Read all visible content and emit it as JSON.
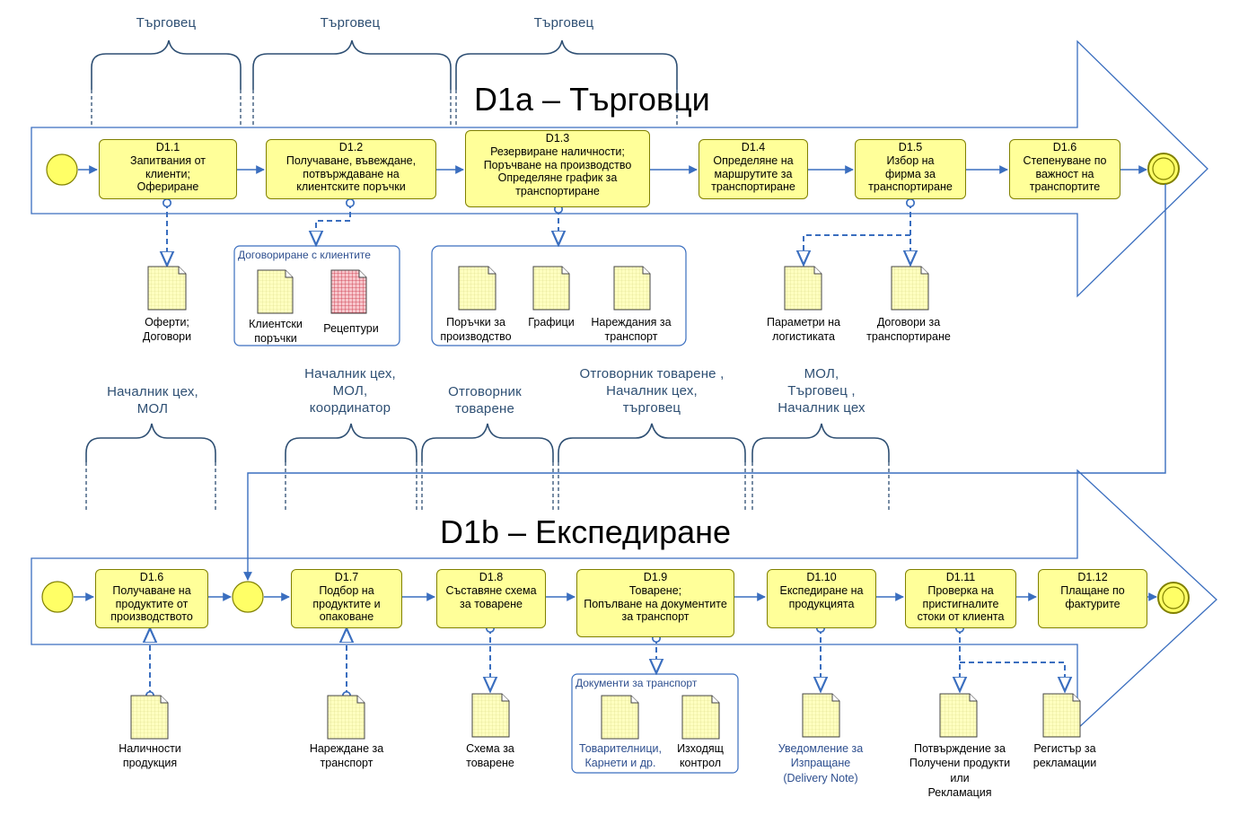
{
  "lanes": [
    {
      "title": "D1a – Търговци",
      "roles": [
        "Търговец",
        "Търговец",
        "Търговец"
      ],
      "tasks": [
        {
          "id": "D1.1",
          "label": "Запитвания от\nклиенти;\nОфериране"
        },
        {
          "id": "D1.2",
          "label": "Получаване, въвеждане,\nпотвърждаване на\nклиентските поръчки"
        },
        {
          "id": "D1.3",
          "label": "Резервиране наличности;\nПоръчване на производство\nОпределяне график за\nтранспортиране"
        },
        {
          "id": "D1.4",
          "label": "Определяне на\nмаршрутите за\nтранспортиране"
        },
        {
          "id": "D1.5",
          "label": "Избор на\nфирма за\nтранспортиране"
        },
        {
          "id": "D1.6",
          "label": "Степенуване по\nважност на\nтранспортите"
        }
      ],
      "groups": [
        {
          "label": "Договориране с клиентите"
        },
        {
          "label": ""
        }
      ],
      "documents": [
        {
          "label": "Оферти;\nДоговори"
        },
        {
          "label": "Клиентски\nпоръчки"
        },
        {
          "label": "Рецептури"
        },
        {
          "label": "Поръчки за\nпроизводство"
        },
        {
          "label": "Графици"
        },
        {
          "label": "Нареждания за\nтранспорт"
        },
        {
          "label": "Параметри на\nлогистиката"
        },
        {
          "label": "Договори за\nтранспортиране"
        }
      ]
    },
    {
      "title": "D1b – Експедиране",
      "roles": [
        "Началник цех,\nМОЛ",
        "Началник цех,\nМОЛ,\nкоординатор",
        "Отговорник\nтоварене",
        "Отговорник товарене  ,\nНачалник цех,\nтърговец",
        "МОЛ,\nТърговец ,\nНачалник цех"
      ],
      "tasks": [
        {
          "id": "D1.6",
          "label": "Получаване на\nпродуктите от\nпроизводството"
        },
        {
          "id": "D1.7",
          "label": "Подбор на\nпродуктите и\nопаковане"
        },
        {
          "id": "D1.8",
          "label": "Съставяне схема\nза товарене"
        },
        {
          "id": "D1.9",
          "label": "Товарене;\nПопълване на документите\nза транспорт"
        },
        {
          "id": "D1.10",
          "label": "Експедиране на\nпродукцията"
        },
        {
          "id": "D1.11",
          "label": "Проверка на\nпристигналите\nстоки от клиента"
        },
        {
          "id": "D1.12",
          "label": "Плащане по\nфактурите"
        }
      ],
      "groups": [
        {
          "label": "Документи за транспорт"
        }
      ],
      "documents": [
        {
          "label": "Наличности\nпродукция"
        },
        {
          "label": "Нареждане за\nтранспорт"
        },
        {
          "label": "Схема за\nтоварене"
        },
        {
          "label": "Товарителници,\nКарнети и др."
        },
        {
          "label": "Изходящ\nконтрол"
        },
        {
          "label": "Уведомление за\nИзпращане\n(Delivery Note)"
        },
        {
          "label": "Потвърждение за\nПолучени продукти\nили\nРекламация"
        },
        {
          "label": "Регистър за\nрекламации"
        }
      ]
    }
  ],
  "colors": {
    "task_fill": "#ffff99",
    "task_border": "#808000",
    "connector": "#3a6ebf",
    "role_text": "#2e4f73",
    "bracket": "#2e4f73",
    "arrow_outline": "#3a6ebf"
  }
}
